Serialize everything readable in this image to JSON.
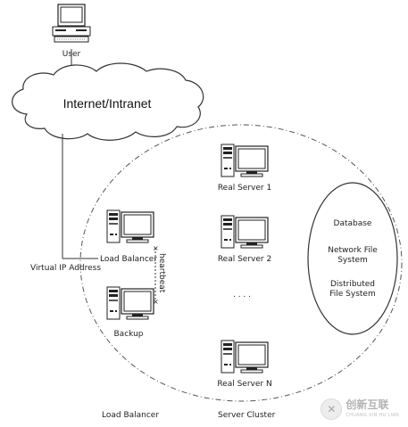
{
  "diagram": {
    "user_label": "User",
    "cloud_label": "Internet/Intranet",
    "virtual_ip_label": "Virtual IP Address",
    "load_balancer_label": "Load Balancer",
    "backup_label": "Backup",
    "heartbeat_label": "heartbeat",
    "real_servers": [
      {
        "label": "Real Server 1"
      },
      {
        "label": "Real Server 2"
      },
      {
        "label": "Real Server N"
      }
    ],
    "ellipsis": ". . . .",
    "storage": {
      "database": "Database",
      "nfs_line1": "Network File",
      "nfs_line2": "System",
      "dfs_line1": "Distributed",
      "dfs_line2": "File System"
    },
    "footer_load_balancer": "Load Balancer",
    "footer_server_cluster": "Server Cluster"
  },
  "watermark": {
    "symbol": "✕",
    "main": "创新互联",
    "sub": "CHUANG XIN HU LIAN"
  }
}
